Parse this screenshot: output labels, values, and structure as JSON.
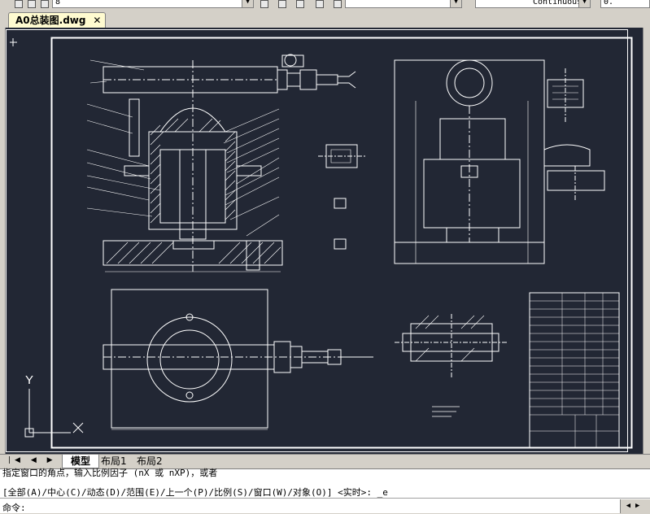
{
  "toolbar": {
    "layer_combo_value": "8",
    "color_combo_value": "",
    "linetype_combo_value": "Continuous",
    "lineweight_combo_value": "0."
  },
  "document": {
    "tab_title": "A0总装图.dwg",
    "close_glyph": "✕"
  },
  "layout_tabs": [
    {
      "label": "模型"
    },
    {
      "label": "布局1"
    },
    {
      "label": "布局2"
    }
  ],
  "nav_buttons": "|◀ ◀ ▶ ▶|",
  "axis": {
    "y": "Y",
    "x": "X"
  },
  "command": {
    "history_1": "指定窗口的角点，输入比例因子 (nX 或 nXP)，或者",
    "history_2": "[全部(A)/中心(C)/动态(D)/范围(E)/上一个(P)/比例(S)/窗口(W)/对象(O)] <实时>: _e",
    "prompt": "命令:"
  },
  "colors": {
    "canvas_bg": "#222734",
    "line": "#ffffff",
    "frame": "#ffffff"
  }
}
